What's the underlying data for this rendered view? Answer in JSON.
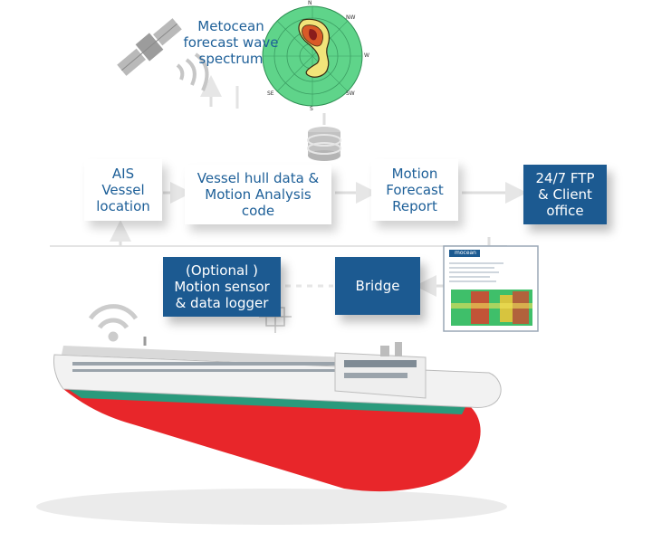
{
  "title": {
    "text": "Metocean\nforecast wave\nspectrum"
  },
  "boxes": {
    "ais": "AIS\nVessel\nlocation",
    "hull": "Vessel hull data &\nMotion Analysis\ncode",
    "motion_report": "Motion\nForecast\nReport",
    "ftp": "24/7 FTP\n& Client\noffice",
    "sensor": "(Optional )\nMotion sensor\n& data logger",
    "bridge": "Bridge"
  },
  "report_thumbnail": {
    "brand": "mocean"
  },
  "polar_labels": {
    "n": "N",
    "nw": "NW",
    "w": "W",
    "sw": "SW",
    "s": "S",
    "se": "SE"
  },
  "colors": {
    "text_blue": "#1d5f98",
    "box_blue": "#1c5a91",
    "hull_red": "#e8262a",
    "hull_green": "#2a9a7c",
    "polar_green": "#5fd48a"
  }
}
